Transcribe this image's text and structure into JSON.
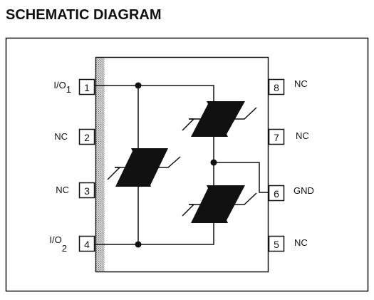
{
  "title": "SCHEMATIC DIAGRAM",
  "pins": [
    {
      "number": "1",
      "label_main": "I/O",
      "label_sub": "1"
    },
    {
      "number": "2",
      "label_main": "NC",
      "label_sub": ""
    },
    {
      "number": "3",
      "label_main": "NC",
      "label_sub": ""
    },
    {
      "number": "4",
      "label_main": "I/O",
      "label_sub": "2"
    },
    {
      "number": "5",
      "label_main": "NC",
      "label_sub": ""
    },
    {
      "number": "6",
      "label_main": "GND",
      "label_sub": ""
    },
    {
      "number": "7",
      "label_main": "NC",
      "label_sub": ""
    },
    {
      "number": "8",
      "label_main": "NC",
      "label_sub": ""
    }
  ],
  "colors": {
    "line": "#111111",
    "fill": "#111111",
    "background": "#ffffff",
    "hatch": "#666666"
  }
}
